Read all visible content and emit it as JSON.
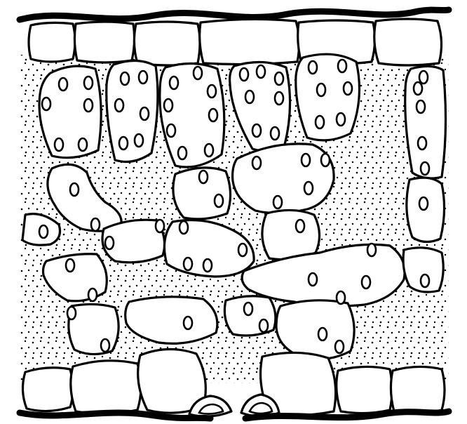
{
  "figure": {
    "subject": "leaf-cross-section",
    "layers": [
      "upper-cuticle",
      "upper-epidermis",
      "palisade-mesophyll",
      "spongy-mesophyll",
      "lower-epidermis",
      "stomatal-guard-cells",
      "lower-cuticle"
    ],
    "ink_color": "#000000",
    "paper_color": "#ffffff",
    "stipple_color": "#000000"
  }
}
